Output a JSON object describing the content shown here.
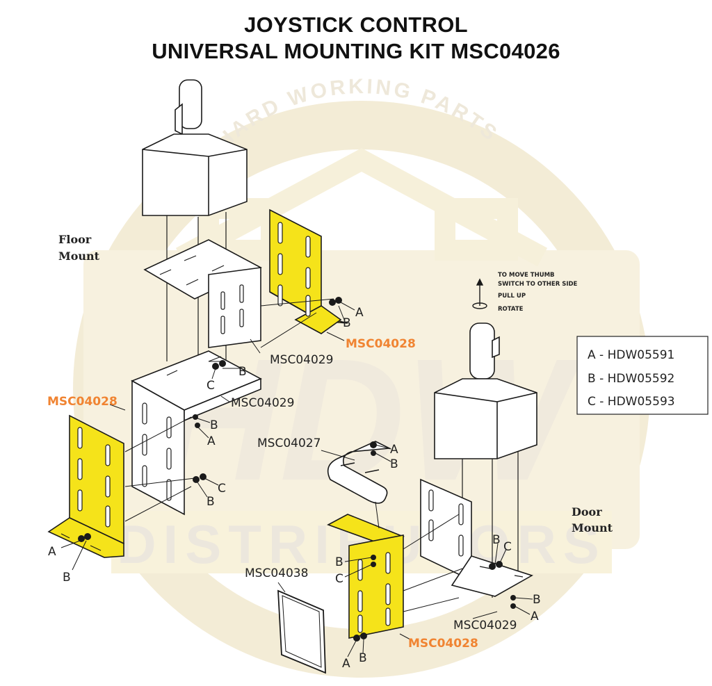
{
  "title": {
    "line1": "JOYSTICK CONTROL",
    "line2": "UNIVERSAL MOUNTING KIT MSC04026"
  },
  "watermark": {
    "arc_text": "HARD WORKING PARTS",
    "main": "HDW",
    "sub": "DISTRIBUTORS"
  },
  "colors": {
    "bracket_highlight": "#f5e31a",
    "part_highlight_text": "#f08432",
    "line": "#1a1a1a",
    "watermark": "#f4ead0"
  },
  "sections": {
    "floor_mount": [
      "Floor",
      "Mount"
    ],
    "door_mount": [
      "Door",
      "Mount"
    ]
  },
  "instructions": {
    "line1": "TO MOVE THUMB",
    "line2": "SWITCH TO OTHER SIDE",
    "line3": "PULL UP",
    "line4": "ROTATE"
  },
  "legend": [
    "A - HDW05591",
    "B - HDW05592",
    "C - HDW05593"
  ],
  "parts": {
    "msc04028": "MSC04028",
    "msc04029": "MSC04029",
    "msc04027": "MSC04027",
    "msc04038": "MSC04038"
  },
  "hardware": {
    "a": "A",
    "b": "B",
    "c": "C"
  }
}
